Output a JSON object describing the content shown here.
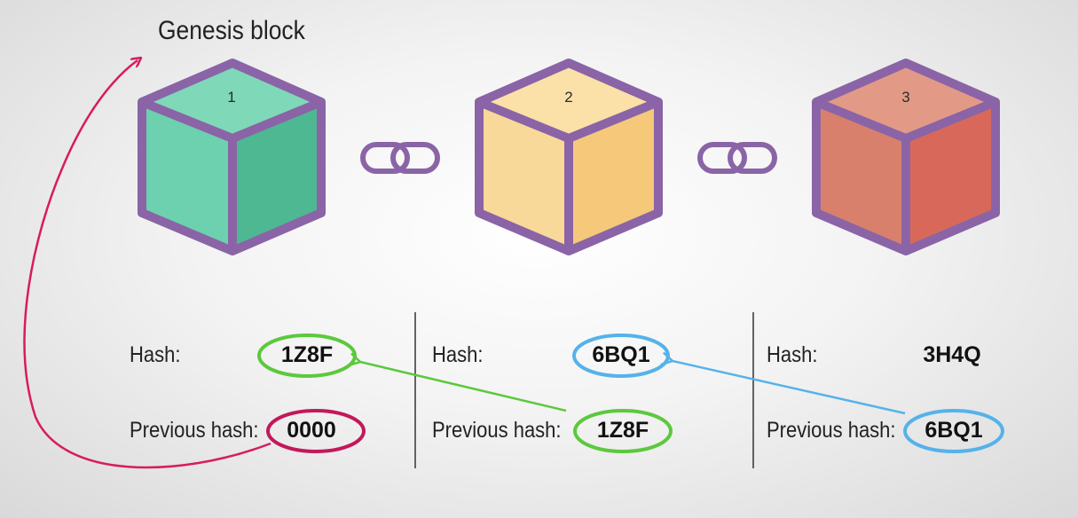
{
  "title": "Genesis block",
  "blocks": [
    {
      "number": "1",
      "hash_label": "Hash:",
      "hash": "1Z8F",
      "prev_label": "Previous hash:",
      "prev_hash": "0000",
      "colors": {
        "top": "#7fd8b8",
        "left": "#6dd0ae",
        "right": "#4db892"
      }
    },
    {
      "number": "2",
      "hash_label": "Hash:",
      "hash": "6BQ1",
      "prev_label": "Previous hash:",
      "prev_hash": "1Z8F",
      "colors": {
        "top": "#fbe0a8",
        "left": "#f9d999",
        "right": "#f5c87a"
      }
    },
    {
      "number": "3",
      "hash_label": "Hash:",
      "hash": "3H4Q",
      "prev_label": "Previous hash:",
      "prev_hash": "6BQ1",
      "colors": {
        "top": "#e29a86",
        "left": "#d9806c",
        "right": "#d8695a"
      }
    }
  ],
  "colors": {
    "outline": "#8a64a6",
    "genesis_arrow": "#d81b60",
    "link_green": "#5bc93c",
    "link_blue": "#55b2ea",
    "divider": "#333333"
  },
  "icons": [
    "chain-link-icon",
    "chain-link-icon"
  ]
}
